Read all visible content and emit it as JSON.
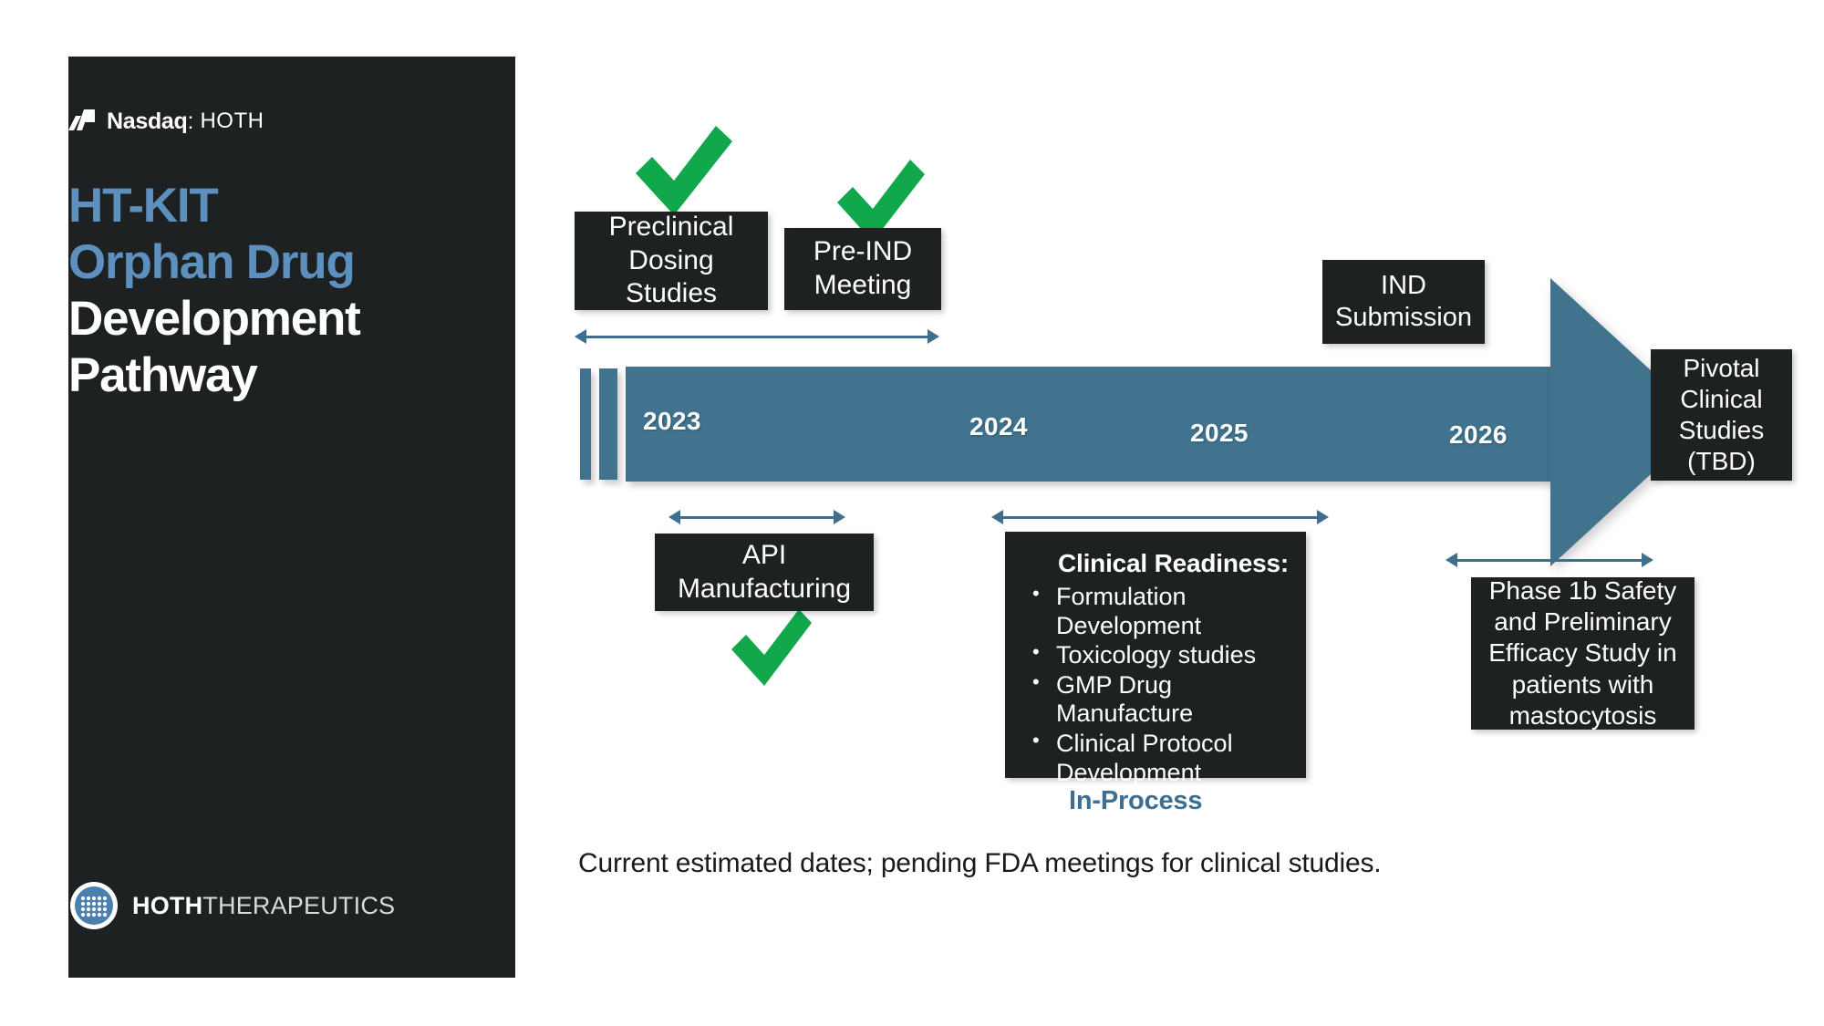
{
  "panel": {
    "nasdaq": {
      "mark": "nasdaq-logo-icon",
      "name": "Nasdaq",
      "separator": ":",
      "ticker": "HOTH"
    },
    "title_lines": [
      {
        "text": "HT-KIT",
        "color": "#5d90bf"
      },
      {
        "text": "Orphan Drug",
        "color": "#5d90bf"
      },
      {
        "text": "Development",
        "color": "#ffffff"
      },
      {
        "text": "Pathway",
        "color": "#ffffff"
      }
    ],
    "company_logo": {
      "icon": "hoth-circle-icon",
      "bold_word": "HOTH",
      "light_word": "THERAPEUTICS"
    },
    "background": "#1e2121"
  },
  "timeline": {
    "accent": "#41738f",
    "check_color": "#10a84b",
    "years": [
      "2023",
      "2024",
      "2025",
      "2026"
    ],
    "milestones": [
      {
        "id": "preclinical-dosing-studies",
        "label": "Preclinical\nDosing\nStudies",
        "completed": true
      },
      {
        "id": "pre-ind-meeting",
        "label": "Pre-IND\nMeeting",
        "completed": true
      },
      {
        "id": "ind-submission",
        "label": "IND\nSubmission",
        "completed": false
      },
      {
        "id": "pivotal-clinical-studies",
        "label": "Pivotal\nClinical\nStudies\n(TBD)",
        "completed": false
      },
      {
        "id": "api-manufacturing",
        "label": "API\nManufacturing",
        "completed": true
      },
      {
        "id": "phase-1b-study",
        "label": "Phase 1b Safety and Preliminary Efficacy Study in patients with mastocytosis",
        "completed": false
      }
    ],
    "clinical_readiness": {
      "heading": "Clinical Readiness:",
      "items": [
        "Formulation Development",
        "Toxicology studies",
        "GMP Drug Manufacture",
        "Clinical Protocol Development"
      ],
      "status_label": "In-Process",
      "status_color": "#3c6f91"
    },
    "footnote": "Current estimated dates; pending FDA meetings for clinical studies."
  }
}
